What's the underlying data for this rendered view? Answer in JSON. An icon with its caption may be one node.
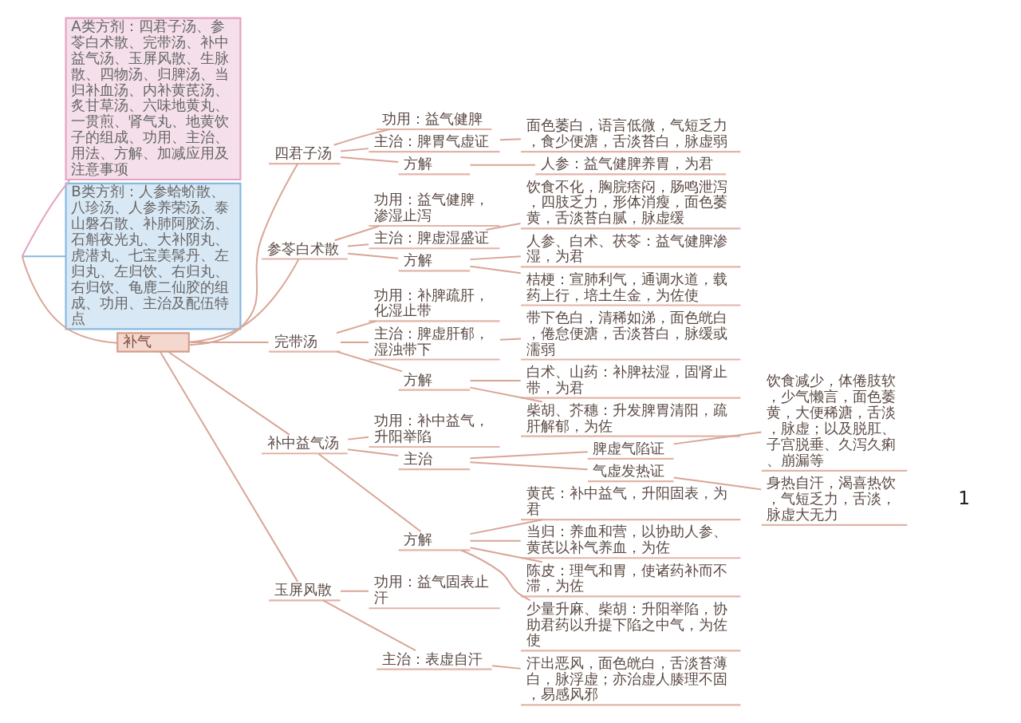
{
  "diagram": {
    "nodes": [
      {
        "text": [
          "A类方剂：四君子汤、参苓白术散、完带汤、补中益气汤、玉屏风散、生脉散、四物汤、归脾汤、当归补血汤、内补黄芪汤、炙甘草汤、六味地黄丸、一贯煎、肾气丸、地黄饮子的组成、功用、主治、用法、方解、加减应用及注意事项"
        ]
      },
      {
        "text": [
          "B类方剂：人参蛤蚧散、八珍汤、人参养荣汤、泰山磐石散、补肺阿胶汤、石斛夜光丸、大补阴丸、虎潜丸、七宝美髯丹、左归丸、左归饮、右归丸、右归饮、龟鹿二仙胶的组成、功用、主治及配伍特点"
        ]
      },
      {
        "text": [
          "补气"
        ]
      },
      {
        "text": [
          "四君子汤"
        ]
      },
      {
        "text": [
          "功用：益气健脾"
        ]
      },
      {
        "text": [
          "主治：脾胃气虚证"
        ]
      },
      {
        "text": [
          "面色萎白，语言低微，气短乏力，食少便溏，舌淡苔白，脉虚弱"
        ]
      },
      {
        "text": [
          "方解"
        ]
      },
      {
        "text": [
          "人参：益气健脾养胃，为君"
        ]
      },
      {
        "text": [
          "参苓白术散"
        ]
      },
      {
        "text": [
          "功用：益气健脾，渗湿止泻"
        ]
      },
      {
        "text": [
          "主治：脾虚湿盛证"
        ]
      },
      {
        "text": [
          "饮食不化，胸脘痞闷，肠鸣泄泻，四肢乏力，形体消瘦，面色萎黄，舌淡苔白腻，脉虚缓"
        ]
      },
      {
        "text": [
          "方解"
        ]
      },
      {
        "text": [
          "人参、白术、茯苓：益气健脾渗湿，为君"
        ]
      },
      {
        "text": [
          "桔梗：宣肺利气，通调水道，载药上行，培土生金，为佐使"
        ]
      },
      {
        "text": [
          "完带汤"
        ]
      },
      {
        "text": [
          "功用：补脾疏肝，化湿止带"
        ]
      },
      {
        "text": [
          "主治：脾虚肝郁，湿浊带下"
        ]
      },
      {
        "text": [
          "带下色白，清稀如涕，面色㿠白，倦怠便溏，舌淡苔白，脉缓或濡弱"
        ]
      },
      {
        "text": [
          "方解"
        ]
      },
      {
        "text": [
          "白术、山药：补脾祛湿，固肾止带，为君"
        ]
      },
      {
        "text": [
          "柴胡、芥穗：升发脾胃清阳，疏肝解郁，为佐"
        ]
      },
      {
        "text": [
          "补中益气汤"
        ]
      },
      {
        "text": [
          "功用：补中益气，升阳举陷"
        ]
      },
      {
        "text": [
          "主治"
        ]
      },
      {
        "text": [
          "脾虚气陷证"
        ]
      },
      {
        "text": [
          "饮食减少，体倦肢软，少气懒言，面色萎黄，大便稀溏，舌淡，脉虚；以及脱肛、子宫脱垂、久泻久痢、崩漏等"
        ]
      },
      {
        "text": [
          "气虚发热证"
        ]
      },
      {
        "text": [
          "身热自汗，渴喜热饮，气短乏力，舌淡，脉虚大无力"
        ]
      },
      {
        "text": [
          "方解"
        ]
      },
      {
        "text": [
          "黄芪：补中益气，升阳固表，为君"
        ]
      },
      {
        "text": [
          "当归：养血和营，以协助人参、黄芪以补气养血，为佐"
        ]
      },
      {
        "text": [
          "陈皮：理气和胃，使诸药补而不滞，为佐"
        ]
      },
      {
        "text": [
          "少量升麻、柴胡：升阳举陷，协助君药以升提下陷之中气，为佐使"
        ]
      },
      {
        "text": [
          "玉屏风散"
        ]
      },
      {
        "text": [
          "功用：益气固表止汗"
        ]
      },
      {
        "text": [
          "主治：表虚自汗"
        ]
      },
      {
        "text": [
          "汗出恶风，面色㿠白，舌淡苔薄白，脉浮虚；亦治虚人腠理不固，易感风邪"
        ]
      }
    ],
    "edges": [
      {
        "from": null,
        "to": 0,
        "arrow": "none",
        "color": "#e3a3c2"
      },
      {
        "from": null,
        "to": 1,
        "arrow": "none",
        "color": "#86b9e0"
      },
      {
        "from": null,
        "to": 2,
        "arrow": "none"
      },
      {
        "from": 2,
        "to": 3,
        "arrow": "none"
      },
      {
        "from": 3,
        "to": 4,
        "arrow": "none"
      },
      {
        "from": 3,
        "to": 5,
        "arrow": "none"
      },
      {
        "from": 5,
        "to": 6,
        "arrow": "none"
      },
      {
        "from": 3,
        "to": 7,
        "arrow": "none"
      },
      {
        "from": 7,
        "to": 8,
        "arrow": "none"
      },
      {
        "from": 2,
        "to": 9,
        "arrow": "none"
      },
      {
        "from": 9,
        "to": 10,
        "arrow": "none"
      },
      {
        "from": 9,
        "to": 11,
        "arrow": "none"
      },
      {
        "from": 11,
        "to": 12,
        "arrow": "none"
      },
      {
        "from": 9,
        "to": 13,
        "arrow": "none"
      },
      {
        "from": 13,
        "to": 14,
        "arrow": "none"
      },
      {
        "from": 13,
        "to": 15,
        "arrow": "none"
      },
      {
        "from": 2,
        "to": 16,
        "arrow": "none"
      },
      {
        "from": 16,
        "to": 17,
        "arrow": "none"
      },
      {
        "from": 16,
        "to": 18,
        "arrow": "none"
      },
      {
        "from": 18,
        "to": 19,
        "arrow": "none"
      },
      {
        "from": 16,
        "to": 20,
        "arrow": "none"
      },
      {
        "from": 20,
        "to": 21,
        "arrow": "none"
      },
      {
        "from": 20,
        "to": 22,
        "arrow": "none"
      },
      {
        "from": 2,
        "to": 23,
        "arrow": "none"
      },
      {
        "from": 23,
        "to": 24,
        "arrow": "none"
      },
      {
        "from": 23,
        "to": 25,
        "arrow": "none"
      },
      {
        "from": 25,
        "to": 26,
        "arrow": "none"
      },
      {
        "from": 26,
        "to": 27,
        "arrow": "none"
      },
      {
        "from": 25,
        "to": 28,
        "arrow": "none"
      },
      {
        "from": 28,
        "to": 29,
        "arrow": "none"
      },
      {
        "from": 23,
        "to": 30,
        "arrow": "none"
      },
      {
        "from": 30,
        "to": 31,
        "arrow": "none"
      },
      {
        "from": 30,
        "to": 32,
        "arrow": "none"
      },
      {
        "from": 30,
        "to": 33,
        "arrow": "none"
      },
      {
        "from": 30,
        "to": 34,
        "arrow": "none"
      },
      {
        "from": 2,
        "to": 35,
        "arrow": "none"
      },
      {
        "from": 35,
        "to": 36,
        "arrow": "none"
      },
      {
        "from": 35,
        "to": 37,
        "arrow": "none"
      },
      {
        "from": 37,
        "to": 38,
        "arrow": "none"
      }
    ],
    "labels": [
      "1"
    ]
  }
}
